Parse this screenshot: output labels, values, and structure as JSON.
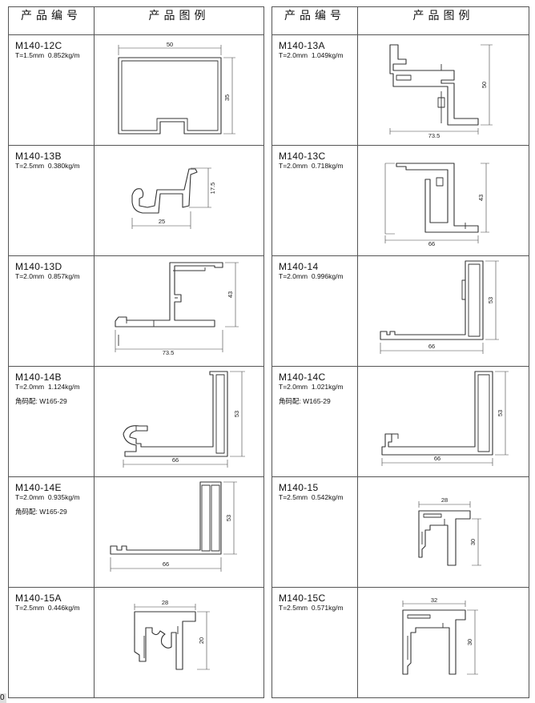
{
  "header": {
    "code_col": "产品编号",
    "figure_col": "产品图例"
  },
  "left": [
    {
      "code": "M140-12C",
      "spec": "T=1.5mm  0.852kg/m",
      "note": "",
      "dims": [
        "50",
        "35"
      ]
    },
    {
      "code": "M140-13B",
      "spec": "T=2.5mm  0.380kg/m",
      "note": "",
      "dims": [
        "17.5",
        "25"
      ]
    },
    {
      "code": "M140-13D",
      "spec": "T=2.0mm  0.857kg/m",
      "note": "",
      "dims": [
        "43",
        "73.5"
      ]
    },
    {
      "code": "M140-14B",
      "spec": "T=2.0mm  1.124kg/m",
      "note": "角码配: W165-29",
      "dims": [
        "53",
        "66"
      ]
    },
    {
      "code": "M140-14E",
      "spec": "T=2.0mm  0.935kg/m",
      "note": "角码配: W165-29",
      "dims": [
        "53",
        "66"
      ]
    },
    {
      "code": "M140-15A",
      "spec": "T=2.5mm  0.446kg/m",
      "note": "",
      "dims": [
        "28",
        "20"
      ]
    }
  ],
  "right": [
    {
      "code": "M140-13A",
      "spec": "T=2.0mm  1.049kg/m",
      "note": "",
      "dims": [
        "50",
        "73.5"
      ]
    },
    {
      "code": "M140-13C",
      "spec": "T=2.0mm  0.718kg/m",
      "note": "",
      "dims": [
        "43",
        "66"
      ]
    },
    {
      "code": "M140-14",
      "spec": "T=2.0mm  0.996kg/m",
      "note": "",
      "dims": [
        "53",
        "66"
      ]
    },
    {
      "code": "M140-14C",
      "spec": "T=2.0mm  1.021kg/m",
      "note": "角码配: W165-29",
      "dims": [
        "53",
        "66"
      ]
    },
    {
      "code": "M140-15",
      "spec": "T=2.5mm  0.542kg/m",
      "note": "",
      "dims": [
        "28",
        "30"
      ]
    },
    {
      "code": "M140-15C",
      "spec": "T=2.5mm  0.571kg/m",
      "note": "",
      "dims": [
        "32",
        "30"
      ]
    }
  ],
  "page_number": "0"
}
